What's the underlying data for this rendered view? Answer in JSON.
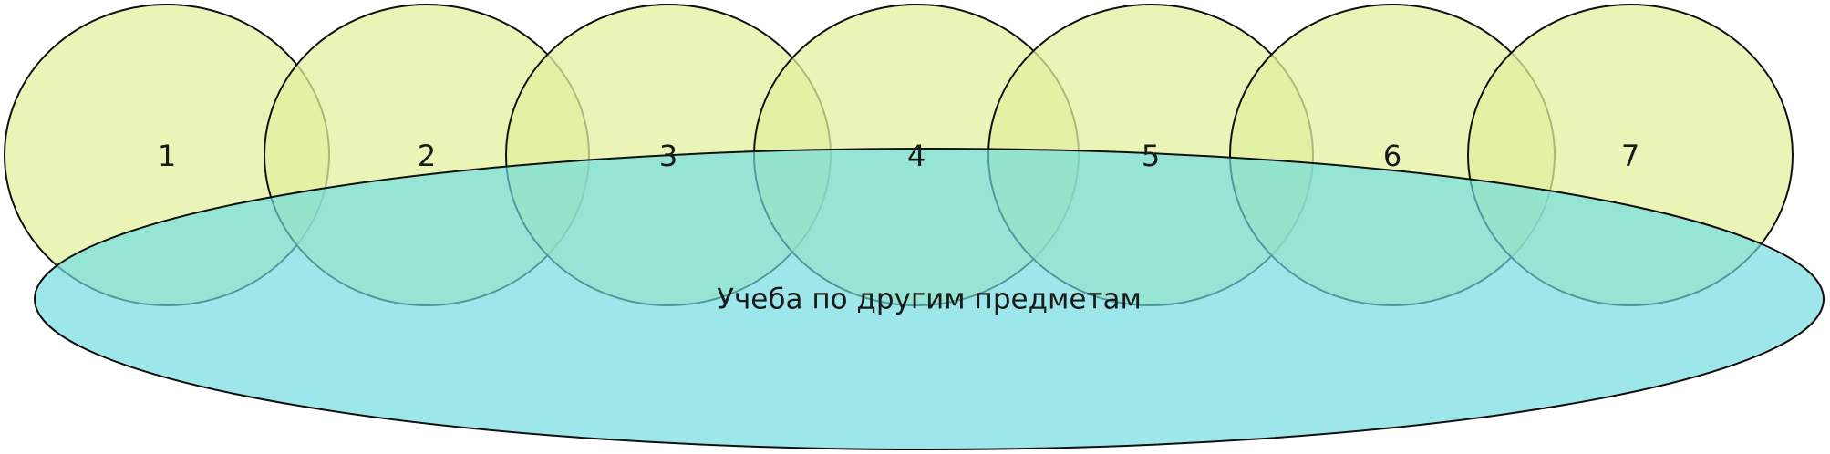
{
  "diagram": {
    "type": "venn-like",
    "base_label": "Учеба по другим предметам",
    "circle_labels": [
      "1",
      "2",
      "3",
      "4",
      "5",
      "6",
      "7"
    ],
    "colors": {
      "circle_fill": "#e2f09e",
      "base_fill": "#6fdbe0",
      "stroke": "#111111",
      "text": "#1a1a1a"
    }
  }
}
